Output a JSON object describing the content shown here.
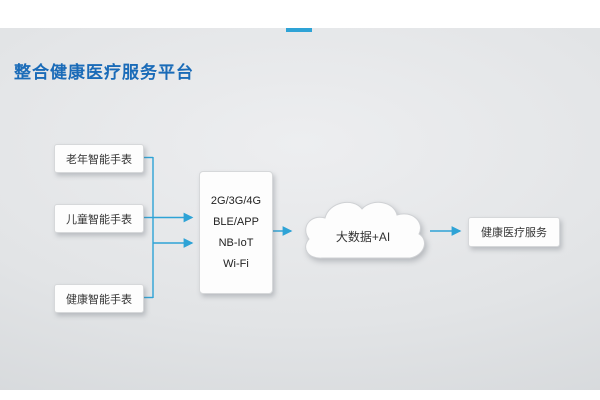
{
  "title": "整合健康医疗服务平台",
  "accent": {
    "color": "#2ea3d6",
    "title_color": "#1a6bb8"
  },
  "diagram": {
    "sources": [
      {
        "label": "老年智能手表"
      },
      {
        "label": "儿童智能手表"
      },
      {
        "label": "健康智能手表"
      }
    ],
    "hub": {
      "lines": [
        "2G/3G/4G",
        "BLE/APP",
        "NB-IoT",
        "Wi-Fi"
      ]
    },
    "cloud": {
      "label": "大数据+AI"
    },
    "service": {
      "label": "健康医疗服务"
    }
  }
}
